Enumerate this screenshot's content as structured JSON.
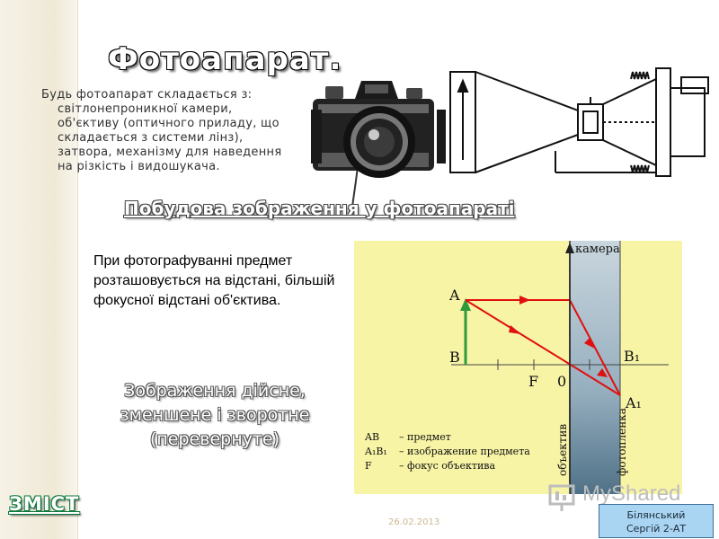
{
  "slide": {
    "title": "Фотоапарат.",
    "intro_lines": [
      "Будь фотоапарат складається з:",
      "світлонепроникної камери,",
      "об'єктиву (оптичного приладу, що",
      "складається з системи лінз),",
      "затвора, механізму для наведення",
      "на різкість і видошукача."
    ],
    "subtitle": "Побудова зображення у фотоапараті",
    "paragraph": "При фотографуванні предмет розташовується на відстані, більшій фокусної відстані об'єктива.",
    "image_description_lines": [
      "Зображення дійсне,",
      "зменшене і зворотне",
      "(перевернуте)"
    ],
    "contents_link": "ЗМІСТ",
    "date": "26.02.2013",
    "author_lines": [
      "Білянський",
      "Сергій 2-АТ"
    ],
    "watermark": "MyShared"
  },
  "diagram": {
    "labels": {
      "camera": "камера",
      "A": "A",
      "B": "B",
      "B1": "B₁",
      "A1": "A₁",
      "F": "F",
      "zero": "0",
      "lens": "объектив",
      "film": "фотопленка"
    },
    "legend": [
      {
        "key": "AB",
        "text": "– предмет"
      },
      {
        "key": "A₁B₁",
        "text": "– изображение предмета"
      },
      {
        "key": "F",
        "text": "– фокус объектива"
      }
    ],
    "colors": {
      "background": "#f7f4a6",
      "camera_body": "#7f9eb0",
      "rays": "#e01010",
      "object_arrow": "#2e9a3a",
      "axis": "#444444"
    }
  },
  "icons": {
    "camera_photo": "camera-icon",
    "camera_schematic": "camera-schematic-icon",
    "watermark_logo": "presentation-board-icon"
  }
}
